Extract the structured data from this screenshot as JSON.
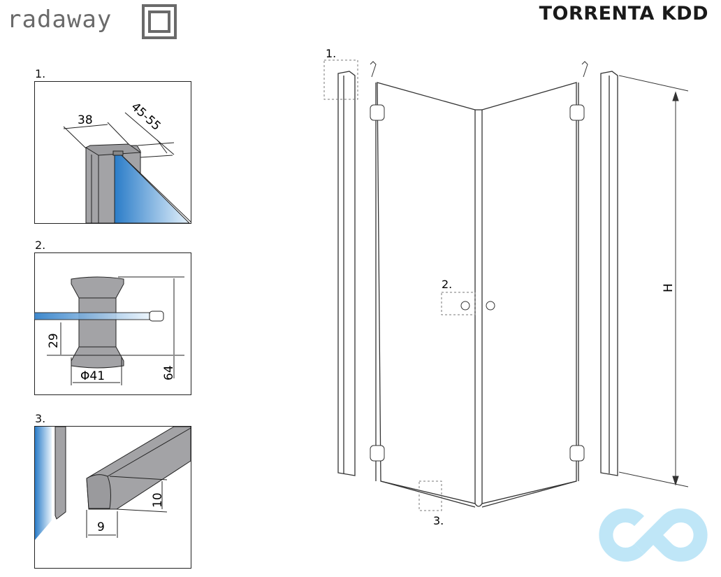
{
  "header": {
    "brand": "radaway",
    "title": "TORRENTA KDD"
  },
  "details": [
    {
      "label": "1.",
      "dimensions": [
        "38",
        "45-55"
      ]
    },
    {
      "label": "2.",
      "dimensions": [
        "29",
        "Φ41",
        "64"
      ]
    },
    {
      "label": "3.",
      "dimensions": [
        "10",
        "9"
      ]
    }
  ],
  "main_drawing": {
    "callouts": [
      "1.",
      "2.",
      "3."
    ],
    "height_label": "H"
  },
  "colors": {
    "glass_blue": "#2a7cc8",
    "profile_gray": "#a3a3a6",
    "watermark": "#bfe6f7"
  }
}
